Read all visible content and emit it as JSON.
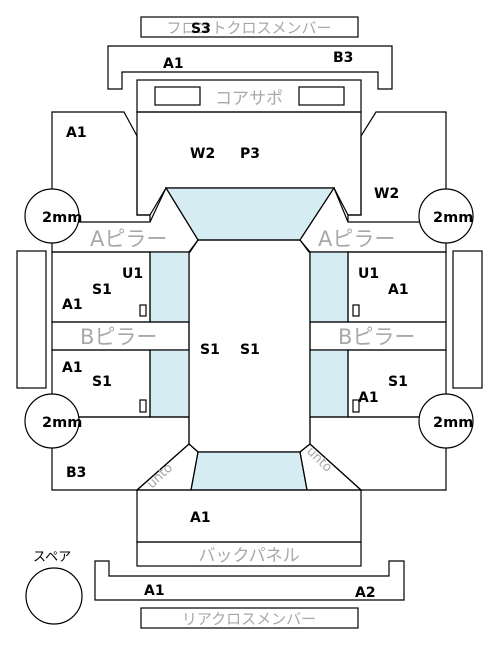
{
  "parts": {
    "front_cross_member": "フロントクロスメンバー",
    "core_support": "コアサポ",
    "a_pillar": "Aピラー",
    "b_pillar": "Bピラー",
    "back_panel": "バックパネル",
    "rear_cross_member": "リアクロスメンバー",
    "trunk_curve": "unto",
    "spare": "スペア",
    "tire_gauge": "2mm"
  },
  "codes": {
    "front_cross_member": "S3",
    "front_bumper_left": "A1",
    "front_bumper_right": "B3",
    "bonnet_left": "W2",
    "bonnet_right": "P3",
    "front_left_fender": "A1",
    "front_right_fender": "W2",
    "front_left_door_u": "U1",
    "front_left_door_s": "S1",
    "front_left_door_a": "A1",
    "front_right_door_u": "U1",
    "front_right_door_a": "A1",
    "roof_left": "S1",
    "roof_right": "S1",
    "rear_left_door_a": "A1",
    "rear_left_door_s": "S1",
    "rear_right_door_s": "S1",
    "rear_right_door_a": "A1",
    "rear_left_quarter": "B3",
    "trunk": "A1",
    "rear_bumper_left": "A1",
    "rear_bumper_right": "A2"
  }
}
